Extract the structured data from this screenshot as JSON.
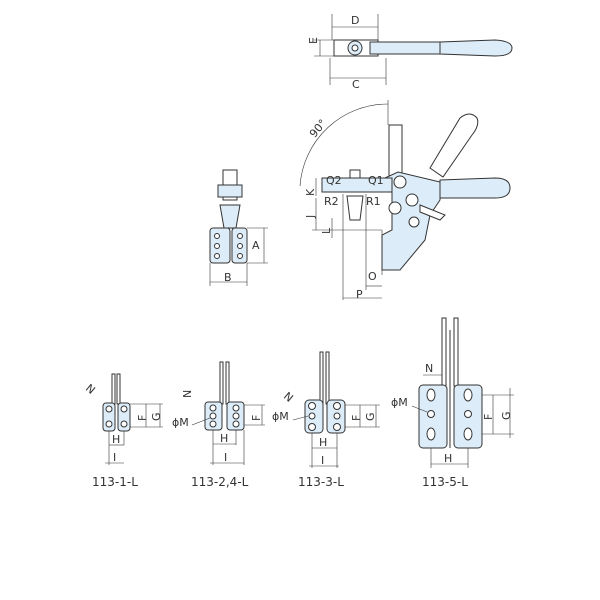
{
  "labels": {
    "top_view": {
      "D": "D",
      "E": "E",
      "C": "C"
    },
    "side_view": {
      "angle": "90°",
      "Q2": "Q2",
      "Q1": "Q1",
      "R2": "R2",
      "R1": "R1",
      "K": "K",
      "J": "J",
      "L": "L",
      "O": "O",
      "P": "P"
    },
    "front_view": {
      "A": "A",
      "B": "B"
    },
    "variants": [
      {
        "model": "113-1-L",
        "N": "N",
        "F": "F",
        "G": "G",
        "H": "H",
        "I": "I"
      },
      {
        "model": "113-2,4-L",
        "N": "N",
        "M": "ϕM",
        "F": "F",
        "H": "H",
        "I": "I"
      },
      {
        "model": "113-3-L",
        "N": "N",
        "M": "ϕM",
        "F": "F",
        "G": "G",
        "H": "H",
        "I": "I"
      },
      {
        "model": "113-5-L",
        "N": "N",
        "M": "ϕM",
        "F": "F",
        "G": "G",
        "H": "H"
      }
    ]
  },
  "colors": {
    "fill": "#dcedf9",
    "line": "#333333"
  }
}
